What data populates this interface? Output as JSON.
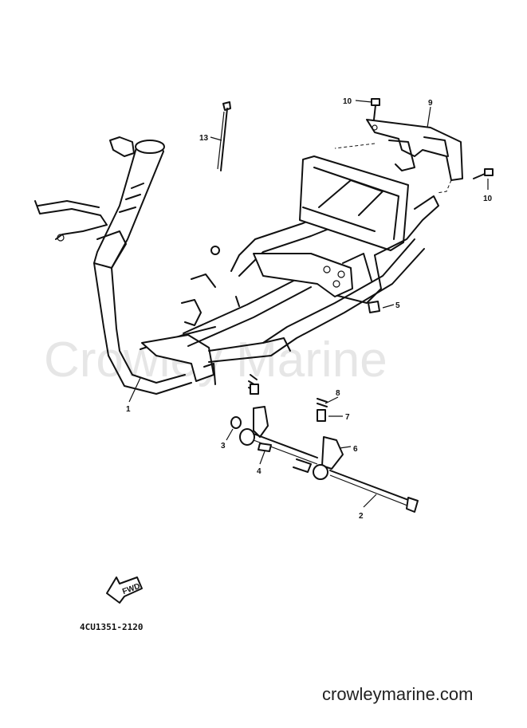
{
  "watermark": "Crowley Marine",
  "footer_url": "crowleymarine.com",
  "diagram_code": "4CU1351-2120",
  "fwd_label": "FWD",
  "callouts": [
    {
      "id": "1",
      "text": "1"
    },
    {
      "id": "2",
      "text": "2"
    },
    {
      "id": "3",
      "text": "3"
    },
    {
      "id": "4",
      "text": "4"
    },
    {
      "id": "5",
      "text": "5"
    },
    {
      "id": "6",
      "text": "6"
    },
    {
      "id": "7",
      "text": "7"
    },
    {
      "id": "8",
      "text": "8"
    },
    {
      "id": "9",
      "text": "9"
    },
    {
      "id": "10a",
      "text": "10"
    },
    {
      "id": "10b",
      "text": "10"
    },
    {
      "id": "13",
      "text": "13"
    }
  ]
}
